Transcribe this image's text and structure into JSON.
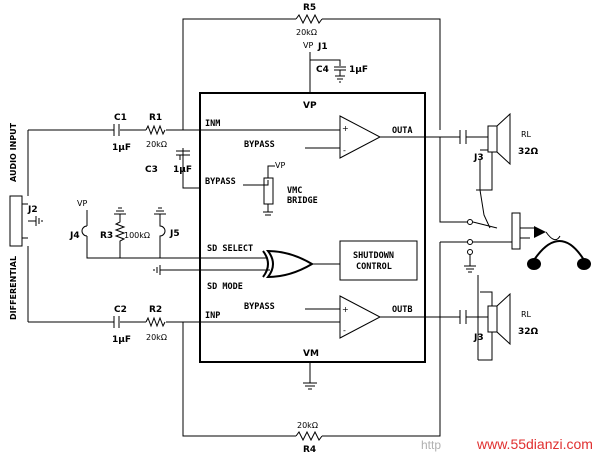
{
  "labels": {
    "r5": "R5",
    "r5_value": "20kΩ",
    "j1": "J1",
    "vp_j1": "VP",
    "c4": "C4",
    "c4_value": "1μF",
    "vp_chip": "VP",
    "c1": "C1",
    "c1_value": "1μF",
    "r1": "R1",
    "r1_value": "20kΩ",
    "inm": "INM",
    "outa": "OUTA",
    "bypass_a": "BYPASS",
    "c3": "C3",
    "c3_value": "1μF",
    "bypass_main": "BYPASS",
    "vp_bridge": "VP",
    "vmc_bridge_1": "VMC",
    "vmc_bridge_2": "BRIDGE",
    "audio_input": "AUDIO INPUT",
    "differential": "DIFFERENTIAL",
    "j2": "J2",
    "vp_j4": "VP",
    "j4": "J4",
    "r3": "R3",
    "r3_value": "100kΩ",
    "j5": "J5",
    "sd_select": "SD SELECT",
    "sd_mode": "SD MODE",
    "shutdown_1": "SHUTDOWN",
    "shutdown_2": "CONTROL",
    "bypass_b": "BYPASS",
    "inp": "INP",
    "outb": "OUTB",
    "c2": "C2",
    "c2_value": "1μF",
    "r2": "R2",
    "r2_value": "20kΩ",
    "vm": "VM",
    "r4_value": "20kΩ",
    "r4": "R4",
    "j3_top": "J3",
    "rl_top": "RL",
    "rl_top_value": "32Ω",
    "j3_bottom": "J3",
    "rl_bottom": "RL",
    "rl_bottom_value": "32Ω",
    "watermark_left": "http",
    "watermark_right": "www.55dianzi.com"
  }
}
